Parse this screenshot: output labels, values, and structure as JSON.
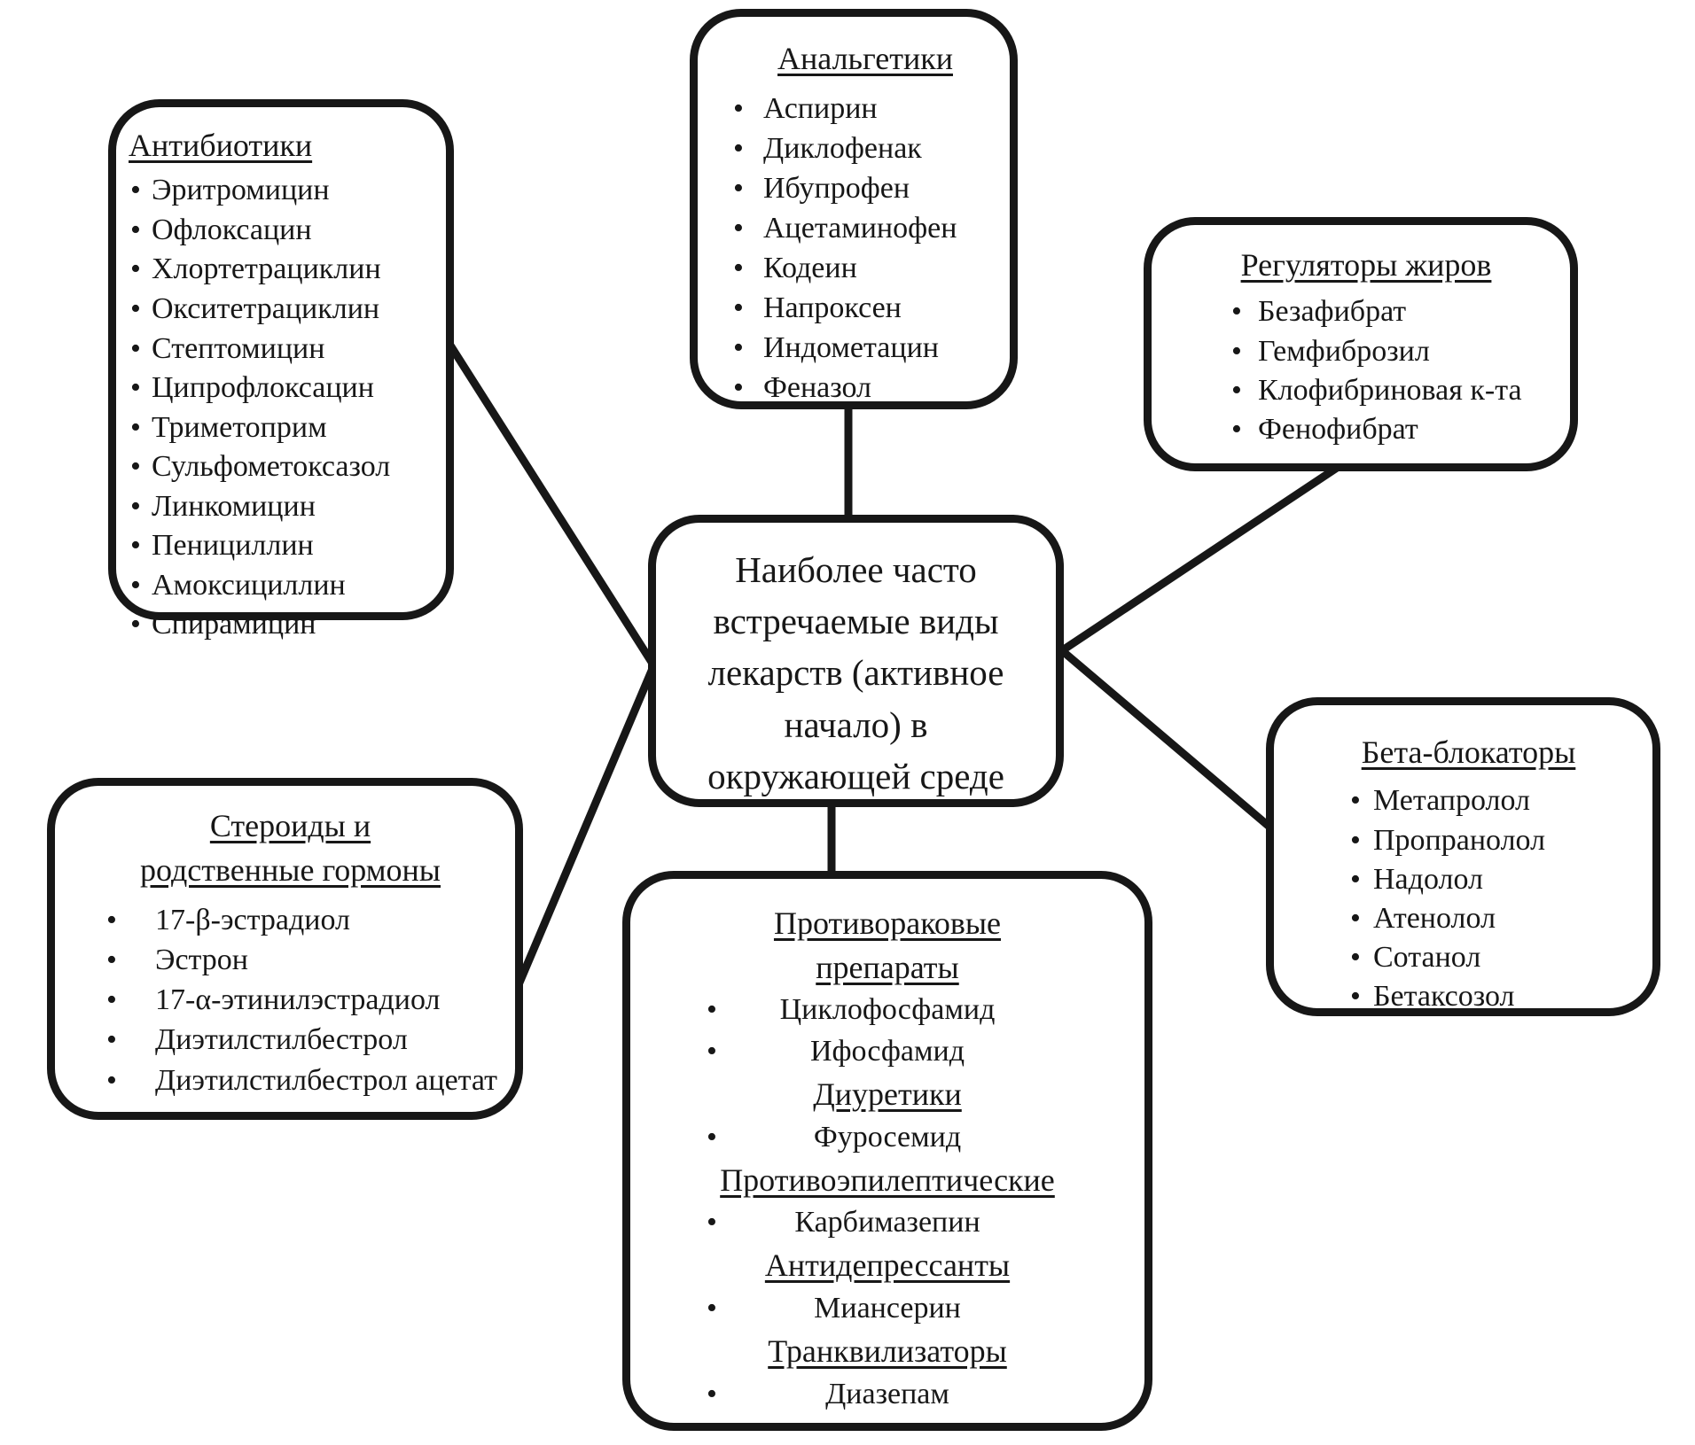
{
  "colors": {
    "ink": "#171717",
    "background": "#ffffff"
  },
  "nodes": {
    "center": {
      "text": "Наиболее часто\nвстречаемые виды\nлекарств (активное\nначало) в\nокружающей среде"
    },
    "antibiotics": {
      "title": "Антибиотики",
      "items": [
        "Эритромицин",
        "Офлоксацин",
        "Хлортетрациклин",
        "Окситетрациклин",
        "Стептомицин",
        "Ципрофлоксацин",
        "Триметоприм",
        "Сульфометоксазол",
        "Линкомицин",
        "Пенициллин",
        "Амоксициллин",
        "Спирамицин"
      ]
    },
    "analgesics": {
      "title": "Анальгетики",
      "items": [
        "Аспирин",
        "Диклофенак",
        "Ибупрофен",
        "Ацетаминофен",
        "Кодеин",
        "Напроксен",
        "Индометацин",
        "Феназол"
      ]
    },
    "fat_regulators": {
      "title": "Регуляторы жиров",
      "items": [
        "Безафибрат",
        "Гемфиброзил",
        "Клофибриновая к-та",
        "Фенофибрат"
      ]
    },
    "beta_blockers": {
      "title": "Бета-блокаторы",
      "items": [
        "Метапролол",
        "Пропранолол",
        "Надолол",
        "Атенолол",
        "Сотанол",
        "Бетаксозол"
      ]
    },
    "steroids": {
      "title": "Стероиды и\nродственные гормоны",
      "items": [
        "17-β-эстрадиол",
        "Эстрон",
        "17-α-этинилэстрадиол",
        "Диэтилстилбестрол",
        "Диэтилстилбестрол ацетат"
      ]
    },
    "misc": {
      "sections": [
        {
          "title": "Противораковые\nпрепараты",
          "items": [
            "Циклофосфамид",
            "Ифосфамид"
          ]
        },
        {
          "title": "Диуретики",
          "items": [
            "Фуросемид"
          ]
        },
        {
          "title": "Противоэпилептические",
          "items": [
            "Карбимазепин"
          ]
        },
        {
          "title": "Антидепрессанты",
          "items": [
            "Миансерин"
          ]
        },
        {
          "title": "Транквилизаторы",
          "items": [
            "Диазепам"
          ]
        }
      ]
    }
  }
}
